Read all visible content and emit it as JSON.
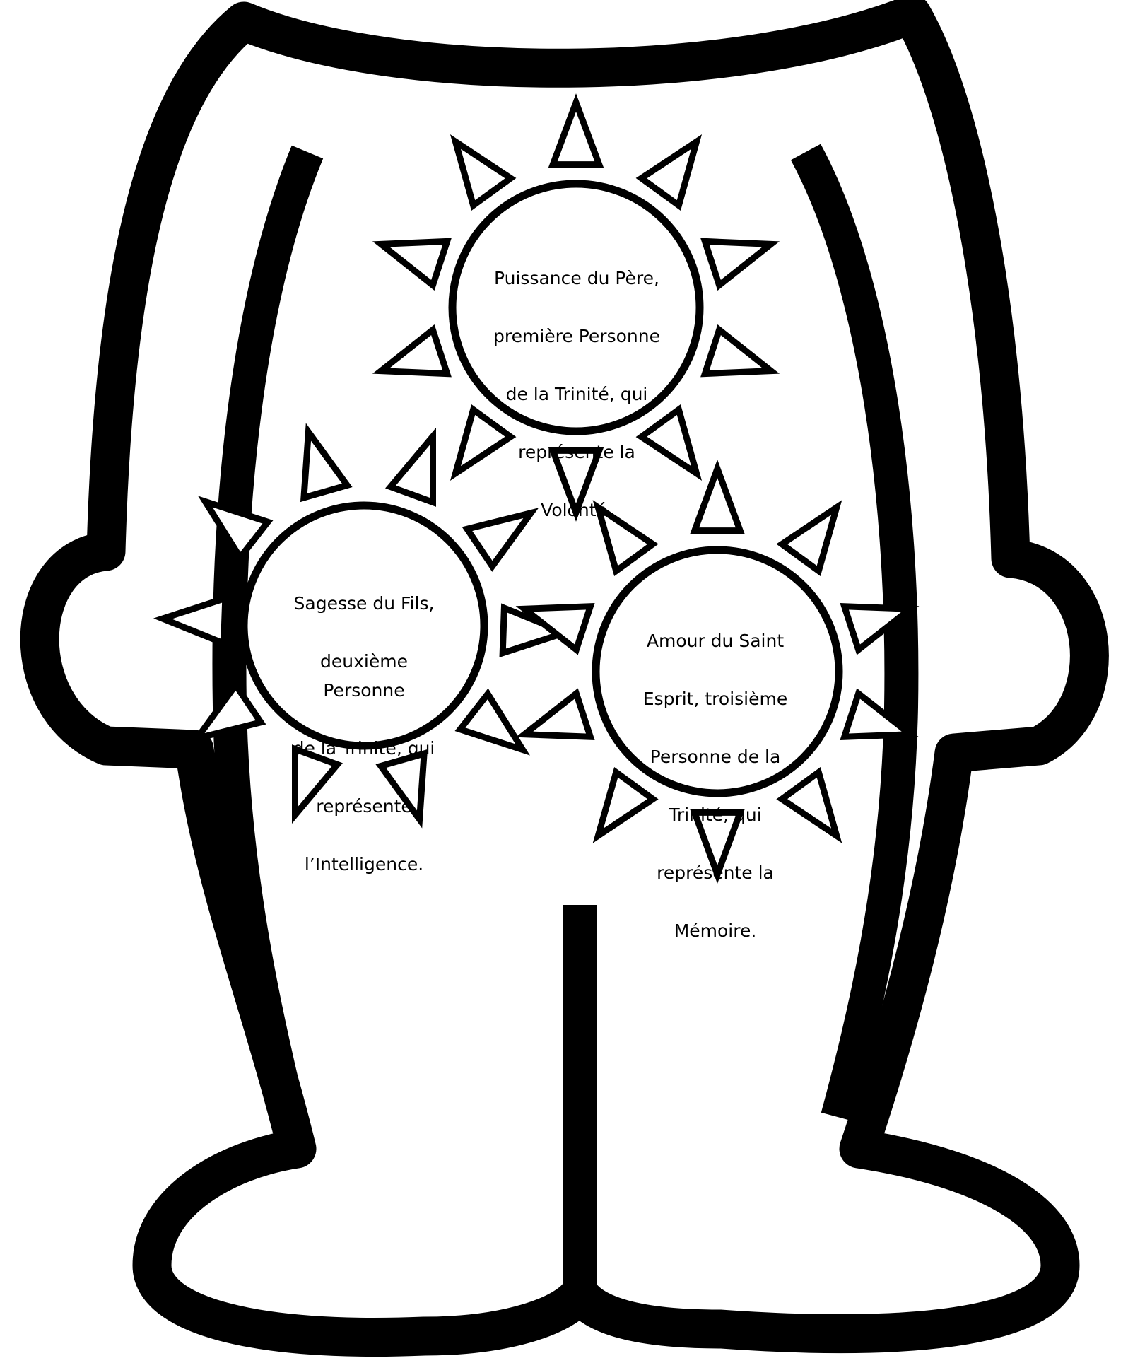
{
  "suns": [
    {
      "id": "pere",
      "lines": [
        "Puissance du Père,",
        "première Personne",
        "de la Trinité, qui",
        "représente la",
        "Volonté."
      ]
    },
    {
      "id": "fils",
      "lines": [
        "Sagesse du Fils,",
        "deuxième Personne",
        "de la Trinité, qui",
        "représente",
        "l’Intelligence."
      ]
    },
    {
      "id": "esprit",
      "lines": [
        "Amour du Saint",
        "Esprit, troisième",
        "Personne de la",
        "Trinité, qui",
        "représente la",
        "Mémoire."
      ]
    }
  ],
  "colors": {
    "stroke": "#000000",
    "fill": "#ffffff"
  }
}
